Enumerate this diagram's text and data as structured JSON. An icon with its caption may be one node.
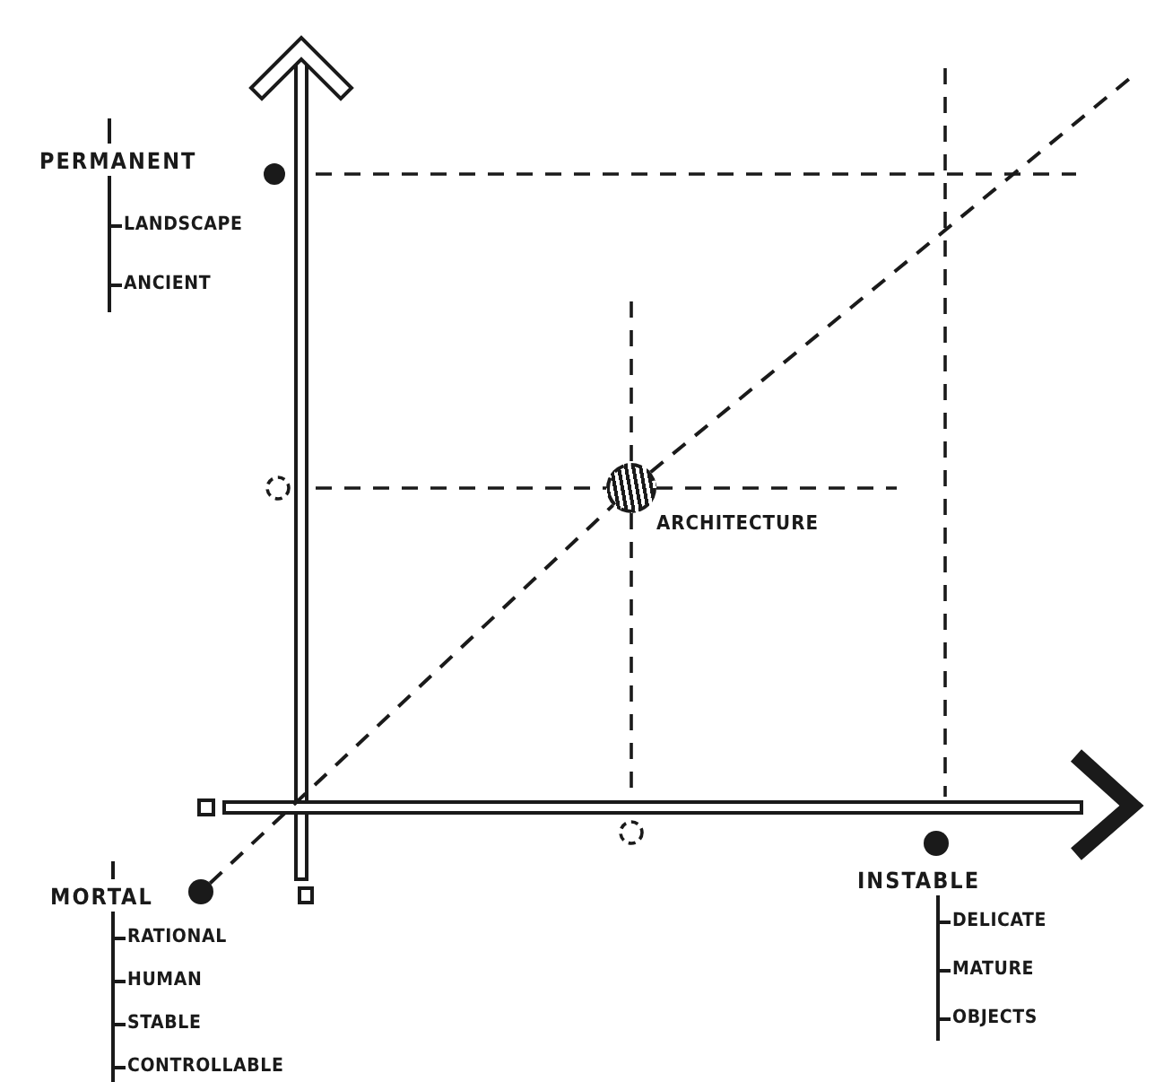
{
  "diagram": {
    "nodes": [
      {
        "text": [
          "PERMANENT",
          "LANDSCAPE",
          "ANCIENT"
        ]
      },
      {
        "text": [],
        "shape": "circle"
      },
      {
        "text": [],
        "shape": "circle",
        "beside": [
          "ARCHITECTURE"
        ]
      },
      {
        "text": [
          "MORTAL",
          "RATIONAL",
          "HUMAN",
          "STABLE",
          "CONTROLLABLE"
        ]
      },
      {
        "text": [],
        "shape": "circle",
        "in": 3
      },
      {
        "text": [],
        "shape": "circle"
      },
      {
        "text": [
          "INSTABLE",
          "DELICATE",
          "MATURE",
          "OBJECTS"
        ]
      }
    ],
    "edges": [
      {
        "from": 4,
        "to": 2,
        "arrow": "none",
        "style": "dashed"
      },
      {
        "from": 2,
        "to": null,
        "arrow": "none",
        "style": "dashed"
      }
    ]
  }
}
